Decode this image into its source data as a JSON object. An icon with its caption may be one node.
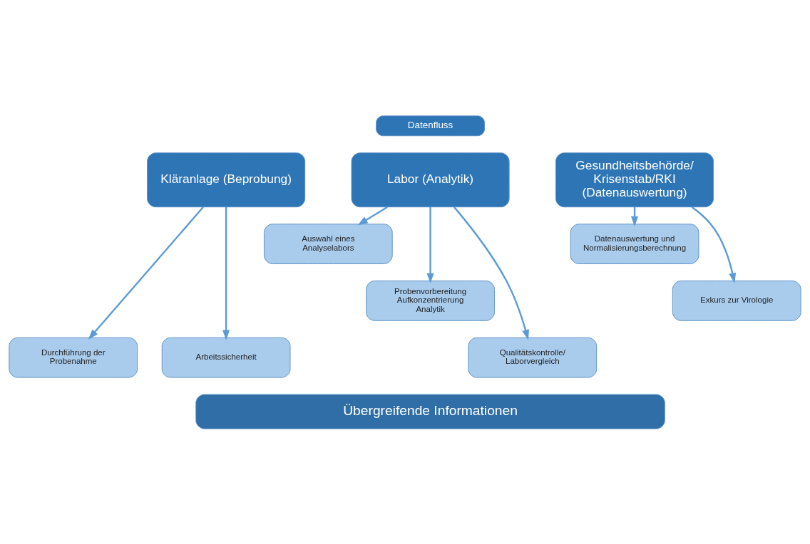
{
  "diagram": {
    "nodes": [
      {
        "text": [
          "Datenfluss"
        ]
      },
      {
        "text": [
          "Kläranlage (Beprobung)"
        ]
      },
      {
        "text": [
          "Durchführung der Probenahme"
        ]
      },
      {
        "text": [
          "Arbeitssicherheit"
        ]
      },
      {
        "text": [
          "Labor (Analytik)"
        ]
      },
      {
        "text": [
          "Auswahl eines Analyselabors"
        ]
      },
      {
        "text": [
          "Probenvorbereitung Aufkonzentrierung Analytik"
        ]
      },
      {
        "text": [
          "Qualitätskontrolle/ Laborvergleich"
        ]
      },
      {
        "text": [
          "Gesundheitsbehörde/ Krisenstab/RKI (Datenauswertung)"
        ]
      },
      {
        "text": [
          "Datenauswertung und Normalisierungsberechnung"
        ]
      },
      {
        "text": [
          "Exkurs zur Virologie"
        ]
      },
      {
        "text": [
          "Übergreifende Informationen"
        ]
      }
    ],
    "edges": [
      {
        "from": 1,
        "to": 2,
        "arrow": "to"
      },
      {
        "from": 1,
        "to": 3,
        "arrow": "to"
      },
      {
        "from": 4,
        "to": 5,
        "arrow": "to"
      },
      {
        "from": 4,
        "to": 6,
        "arrow": "to"
      },
      {
        "from": 4,
        "to": 7,
        "arrow": "to"
      },
      {
        "from": 8,
        "to": 9,
        "arrow": "to"
      },
      {
        "from": 8,
        "to": 10,
        "arrow": "to"
      }
    ]
  }
}
